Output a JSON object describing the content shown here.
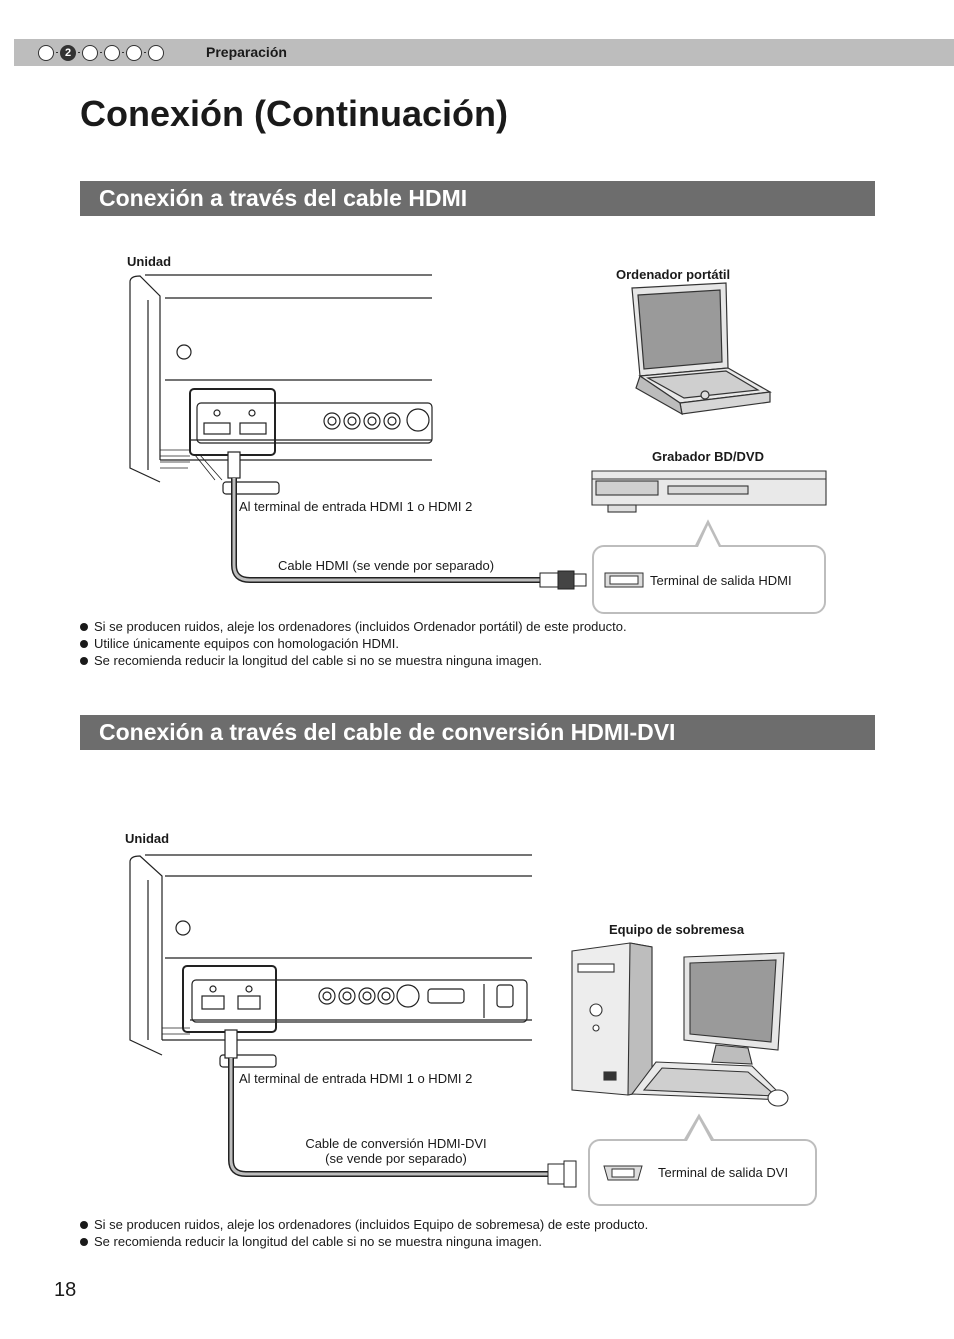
{
  "header": {
    "steps": [
      "",
      "2",
      "",
      "",
      "",
      ""
    ],
    "chapter": "Preparación"
  },
  "page_title": "Conexión (Continuación)",
  "section1": {
    "title": "Conexión a través del cable HDMI",
    "unit_label": "Unidad",
    "laptop_label": "Ordenador portátil",
    "recorder_label": "Grabador BD/DVD",
    "input_label": "Al terminal de entrada HDMI 1 o HDMI 2",
    "cable_label": "Cable HDMI (se vende por separado)",
    "output_label": "Terminal de salida HDMI",
    "notes": [
      "Si se producen ruidos, aleje los ordenadores (incluidos Ordenador portátil) de este producto.",
      "Utilice únicamente equipos con homologación HDMI.",
      "Se recomienda reducir la longitud del cable si no se muestra ninguna imagen."
    ]
  },
  "section2": {
    "title": "Conexión a través del cable de conversión HDMI-DVI",
    "unit_label": "Unidad",
    "desktop_label": "Equipo de sobremesa",
    "input_label": "Al terminal de entrada HDMI 1 o HDMI 2",
    "cable_label_1": "Cable de conversión HDMI-DVI",
    "cable_label_2": "(se vende por separado)",
    "output_label": "Terminal de salida DVI",
    "notes": [
      "Si se producen ruidos, aleje los ordenadores (incluidos Equipo de sobremesa) de este producto.",
      "Se recomienda reducir la longitud del cable si no se muestra ninguna imagen."
    ]
  },
  "page_number": "18"
}
